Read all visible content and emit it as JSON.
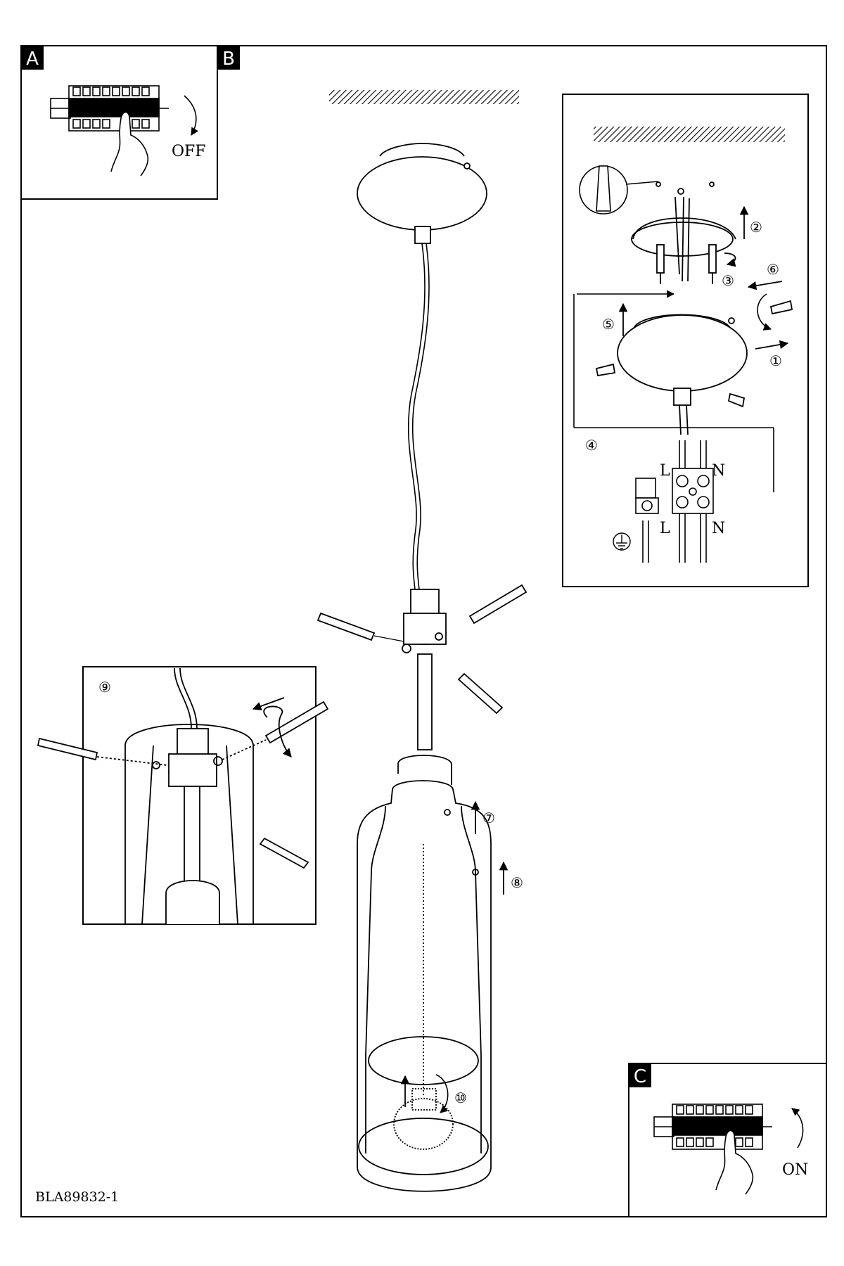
{
  "document": {
    "code": "BLA89832-1"
  },
  "sections": {
    "a": {
      "letter": "A",
      "state_label": "OFF"
    },
    "b": {
      "letter": "B"
    },
    "c": {
      "letter": "C",
      "state_label": "ON"
    }
  },
  "steps": {
    "s1": "①",
    "s2": "②",
    "s3": "③",
    "s4": "④",
    "s5": "⑤",
    "s6": "⑥",
    "s7": "⑦",
    "s8": "⑧",
    "s9": "⑨",
    "s10": "⑩"
  },
  "wiring": {
    "live_top": "L",
    "neutral_top": "N",
    "live_bottom": "L",
    "neutral_bottom": "N"
  }
}
